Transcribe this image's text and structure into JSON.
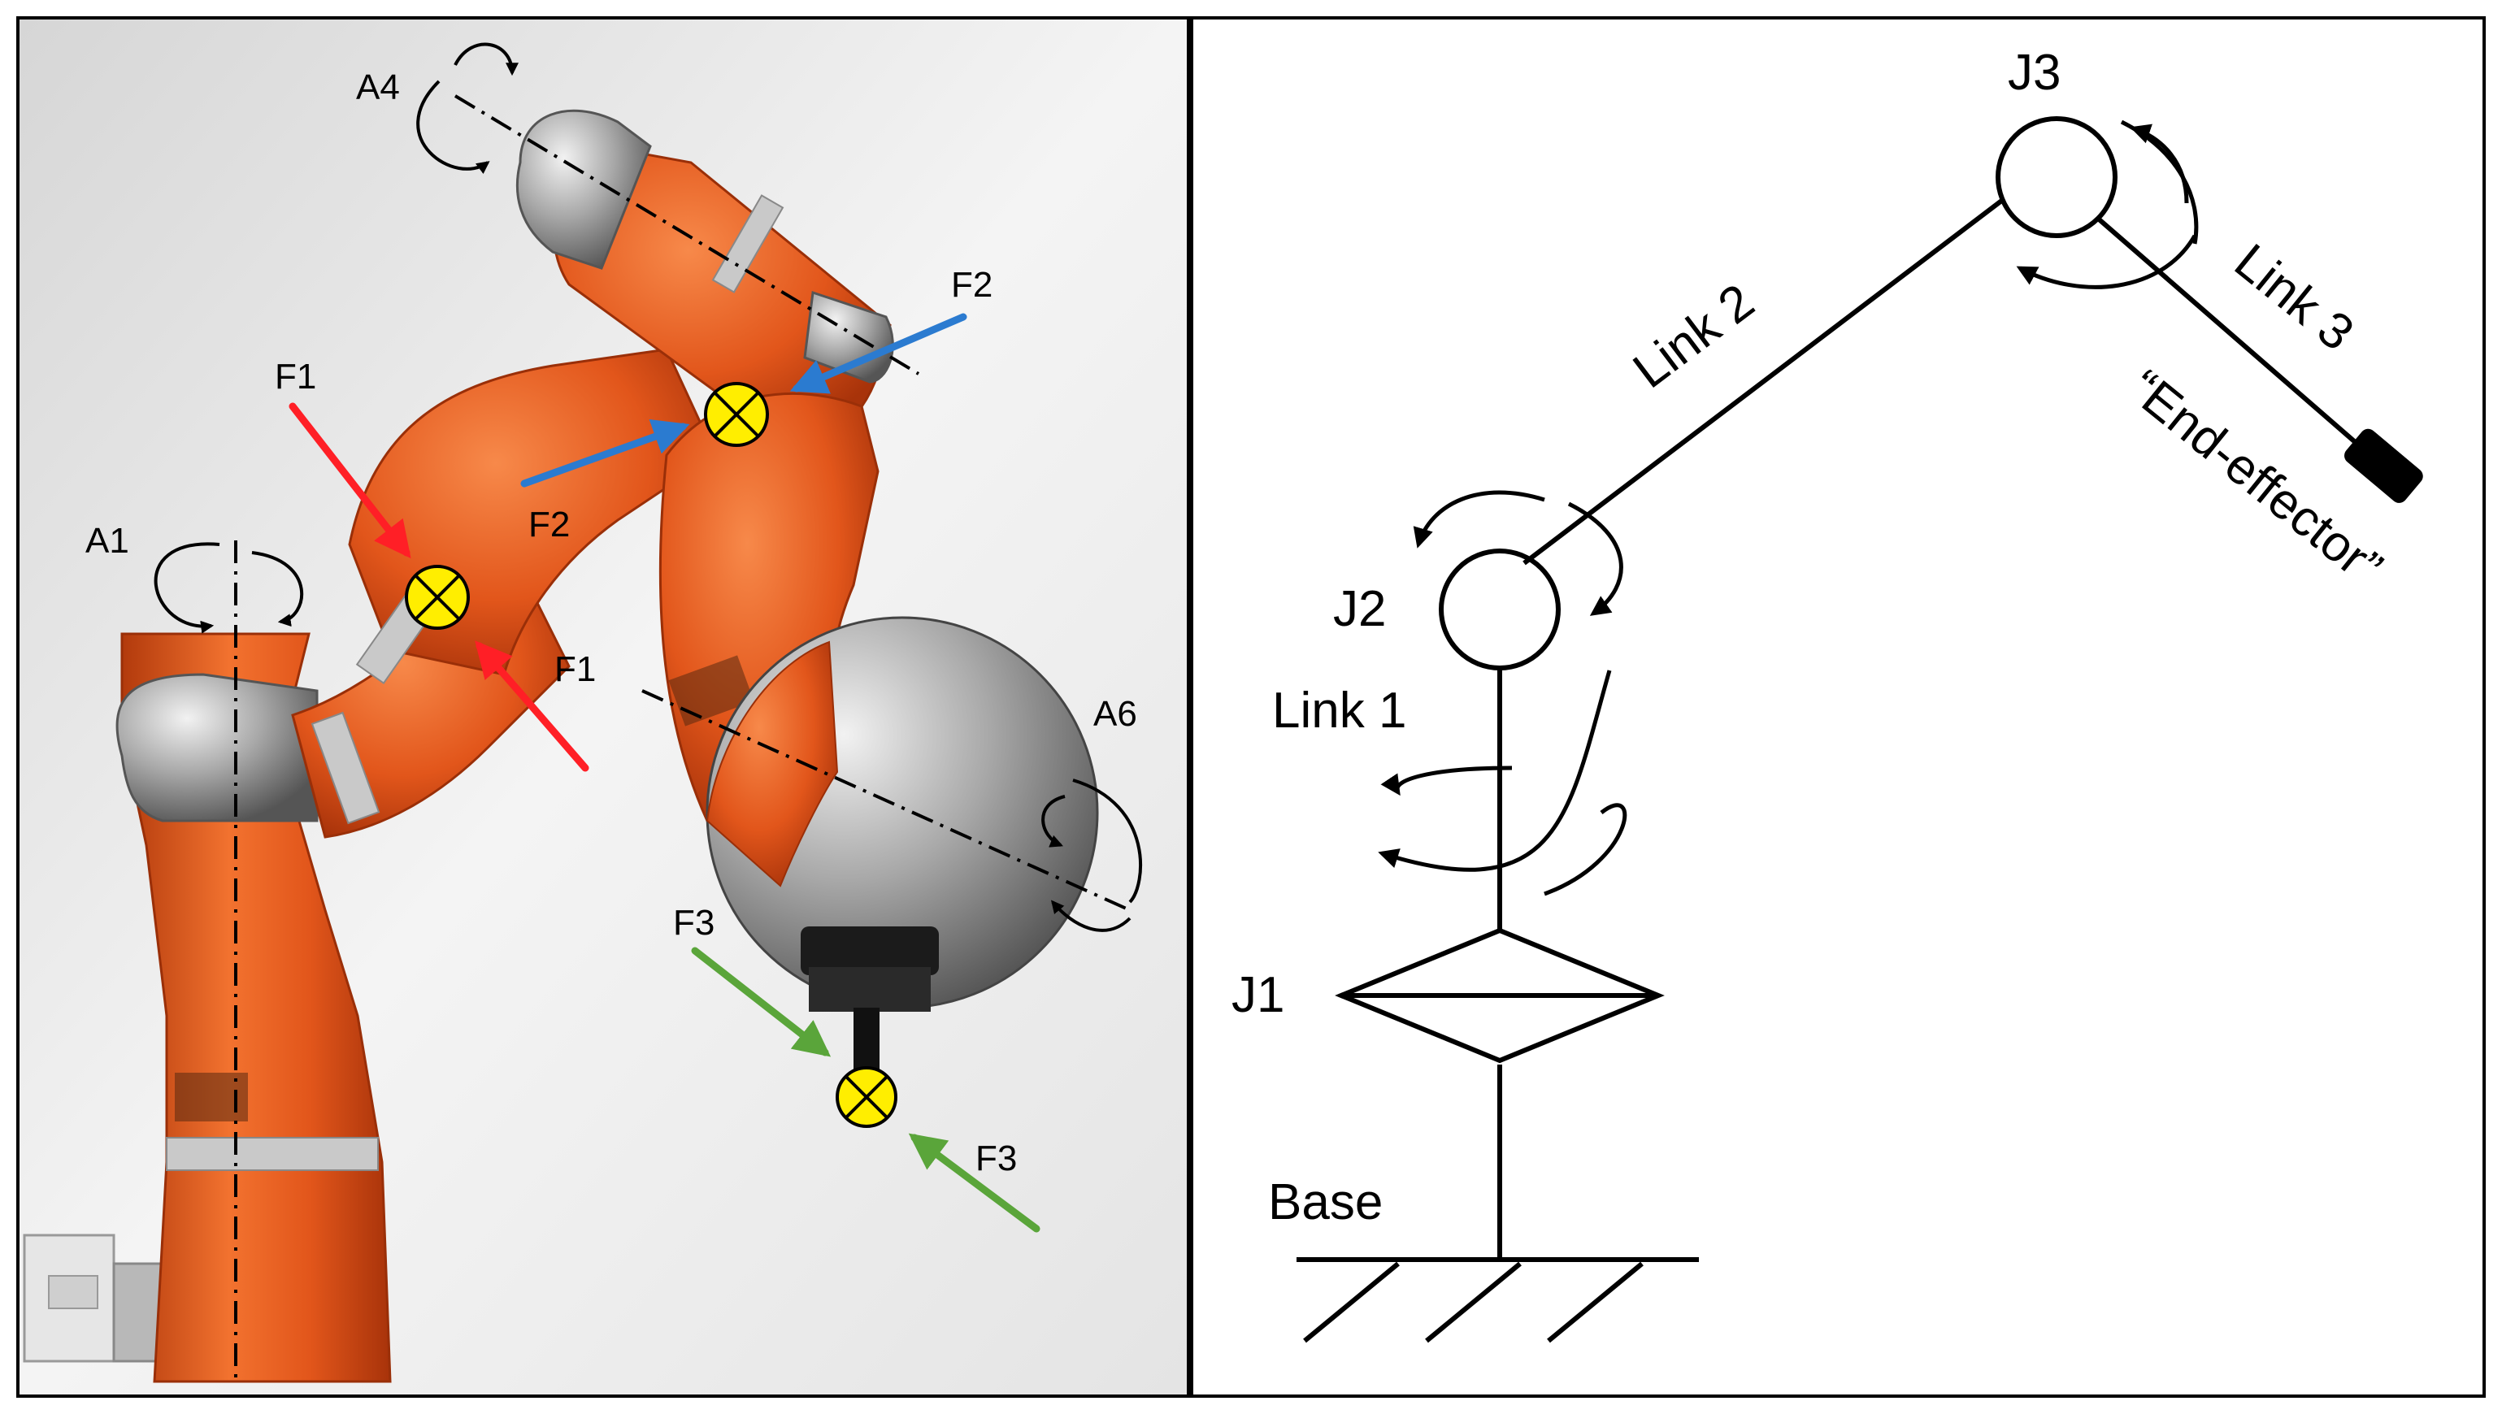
{
  "photo_panel": {
    "axis_labels": {
      "a1": "A1",
      "a4": "A4",
      "a6": "A6"
    },
    "force_labels": {
      "f1_top": "F1",
      "f1_bottom": "F1",
      "f2_top": "F2",
      "f2_bottom": "F2",
      "f3_top": "F3",
      "f3_bottom": "F3"
    },
    "colors": {
      "f1": "#ff1f26",
      "f2": "#2b7bd0",
      "f3": "#5aa53a",
      "robot": "#e2561b",
      "marker": "#ffee00"
    }
  },
  "schematic_panel": {
    "joints": {
      "j1": "J1",
      "j2": "J2",
      "j3": "J3"
    },
    "links": {
      "link1": "Link 1",
      "link2": "Link 2",
      "link3": "Link 3"
    },
    "end_effector": "“End-effector”",
    "base": "Base"
  }
}
